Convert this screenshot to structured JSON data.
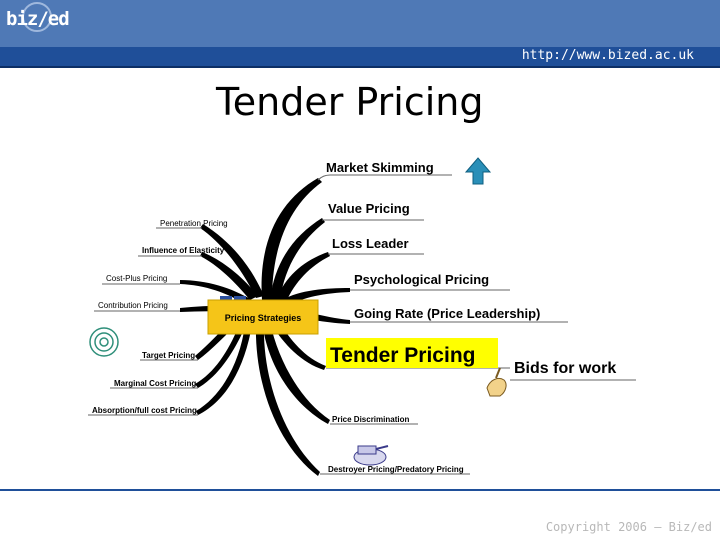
{
  "header": {
    "logo": "biz/ed",
    "url": "http://www.bized.ac.uk"
  },
  "title": "Tender Pricing",
  "center": "Pricing Strategies",
  "right_branches": {
    "market_skimming": "Market Skimming",
    "value_pricing": "Value Pricing",
    "loss_leader": "Loss Leader",
    "psychological": "Psychological Pricing",
    "going_rate": "Going Rate (Price Leadership)",
    "tender": "Tender Pricing",
    "bids": "Bids for work",
    "price_discrimination": "Price Discrimination",
    "destroyer": "Destroyer Pricing/Predatory Pricing"
  },
  "left_branches": {
    "penetration": "Penetration Pricing",
    "elasticity": "Influence of Elasticity",
    "cost_plus": "Cost-Plus Pricing",
    "contribution": "Contribution Pricing",
    "target": "Target Pricing",
    "marginal": "Marginal Cost Pricing",
    "absorption": "Absorption/full cost Pricing"
  },
  "footer": {
    "copyright": "Copyright 2006 – Biz/ed"
  },
  "colors": {
    "header": "#4f79b6",
    "url_bar": "#1f4f99",
    "center_box": "#f5c518",
    "highlight": "#ffff00",
    "arrow": "#2a8fb8"
  }
}
